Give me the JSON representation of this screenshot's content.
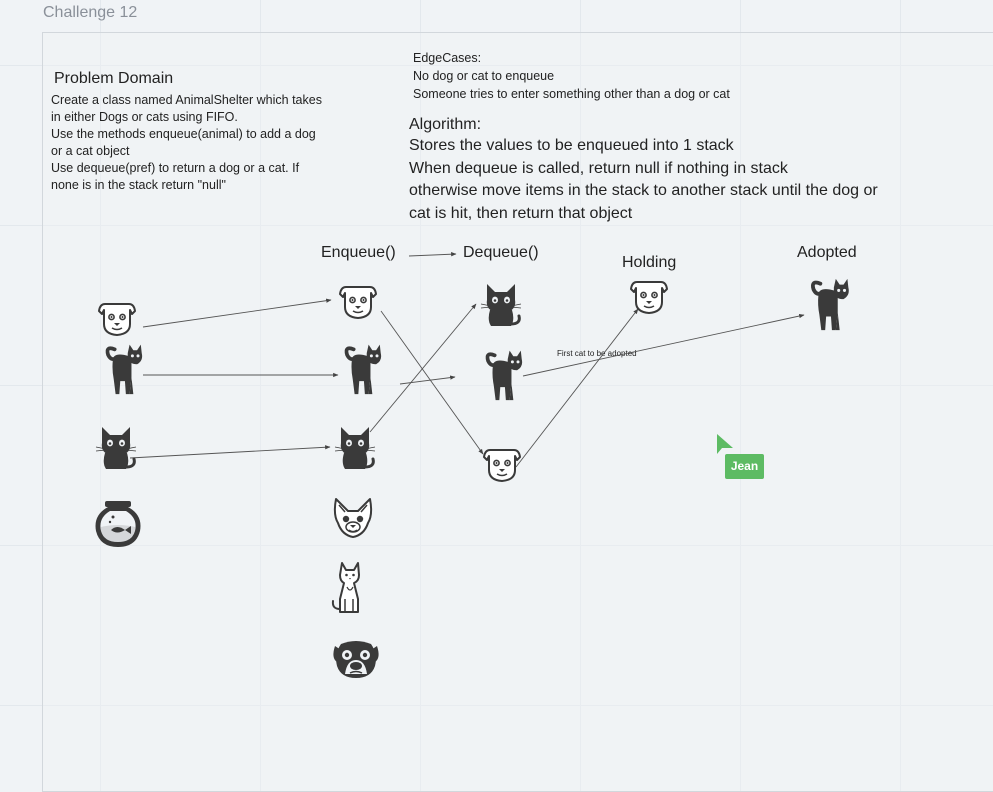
{
  "board": {
    "title": "Challenge 12"
  },
  "problem_domain": {
    "heading": "Problem Domain",
    "lines": [
      "Create a class named AnimalShelter which takes",
      "in either Dogs or cats using FIFO.",
      "Use the methods enqueue(animal) to add a dog",
      "or a cat object",
      "Use dequeue(pref) to return a dog or a cat. If",
      "none is in the stack return \"null\""
    ]
  },
  "edge_cases": {
    "heading": "EdgeCases:",
    "lines": [
      "No dog or cat to enqueue",
      "Someone tries to enter something other than a dog or cat"
    ]
  },
  "algorithm": {
    "heading": "Algorithm:",
    "lines": [
      "Stores the values to be enqueued into 1 stack",
      "When dequeue is called, return null if nothing in stack",
      "otherwise move items in the stack to another stack until the dog or",
      "cat is hit, then return that object"
    ]
  },
  "columns": {
    "enqueue": "Enqueue()",
    "dequeue": "Dequeue()",
    "holding": "Holding",
    "adopted": "Adopted"
  },
  "annotation": "First cat to be adopted",
  "cursor": {
    "user": "Jean",
    "color": "#5dbb63"
  },
  "colors": {
    "ink": "#3a3a3a",
    "line": "#555555"
  },
  "icons": [
    "dog-face-icon",
    "cat-icon",
    "cat-face-icon",
    "fishbowl-icon",
    "dog-face-icon",
    "cat-icon",
    "cat-face-icon",
    "chihuahua-icon",
    "sitting-cat-icon",
    "pug-icon",
    "cat-face-icon",
    "cat-icon",
    "dog-face-icon",
    "dog-face-icon",
    "cat-icon"
  ]
}
